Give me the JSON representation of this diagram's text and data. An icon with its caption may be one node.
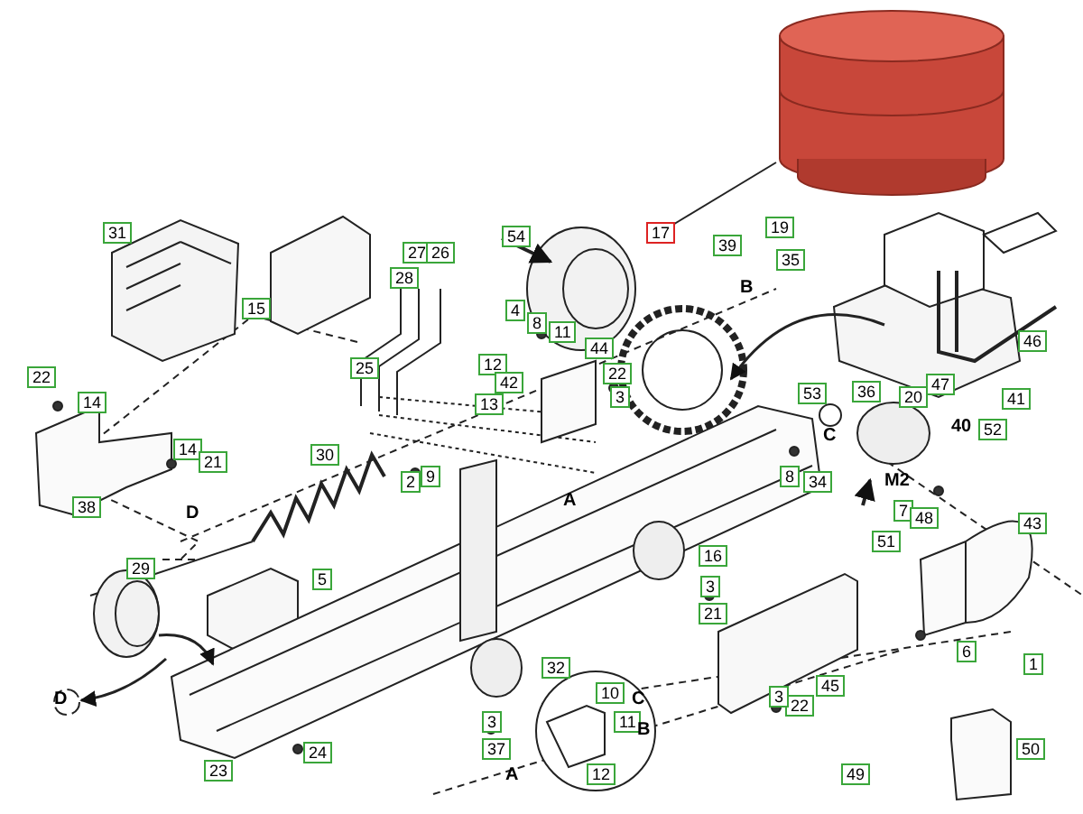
{
  "diagram": {
    "labels": [
      "17",
      "54",
      "19",
      "39",
      "31",
      "35",
      "27",
      "26",
      "28",
      "B",
      "15",
      "4",
      "8",
      "11",
      "44",
      "12",
      "22",
      "25",
      "42",
      "3",
      "13",
      "53",
      "36",
      "20",
      "47",
      "46",
      "41",
      "22",
      "14",
      "40",
      "52",
      "C",
      "14",
      "21",
      "30",
      "A",
      "9",
      "2",
      "8",
      "34",
      "M2",
      "7",
      "48",
      "38",
      "D",
      "51",
      "43",
      "29",
      "5",
      "16",
      "3",
      "21",
      "6",
      "1",
      "32",
      "45",
      "10",
      "C",
      "D",
      "11",
      "B",
      "3",
      "22",
      "37",
      "3",
      "24",
      "23",
      "A",
      "12",
      "50",
      "49"
    ]
  }
}
